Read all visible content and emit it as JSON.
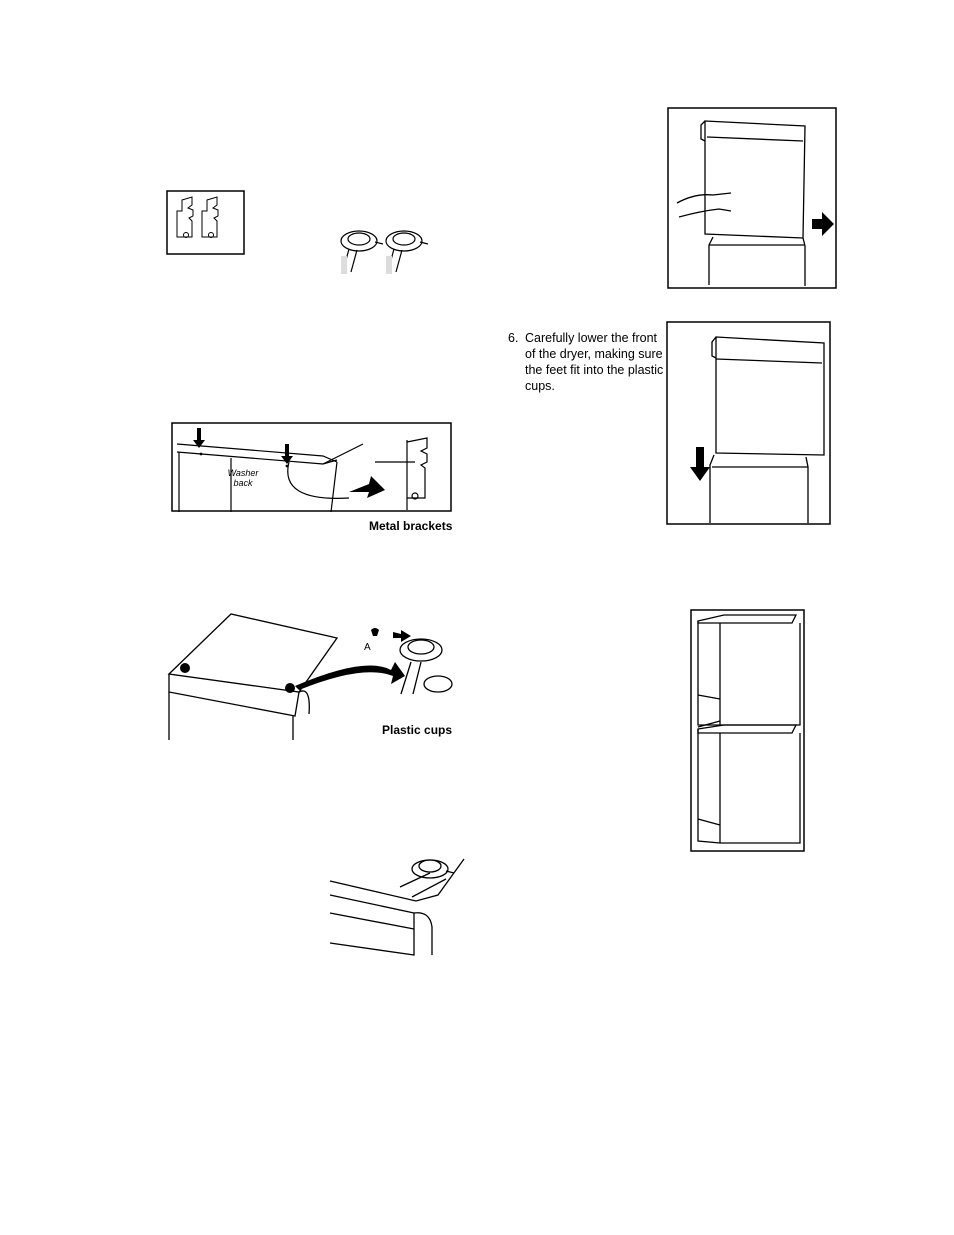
{
  "figures": {
    "metal_brackets": {
      "caption": "Metal brackets",
      "label": "Washer\nback"
    },
    "plastic_cups": {
      "caption": "Plastic cups",
      "marker": "A"
    }
  },
  "step6": {
    "number": "6.",
    "text": "Carefully lower the front of the dryer, making sure the feet fit into the plastic cups."
  }
}
